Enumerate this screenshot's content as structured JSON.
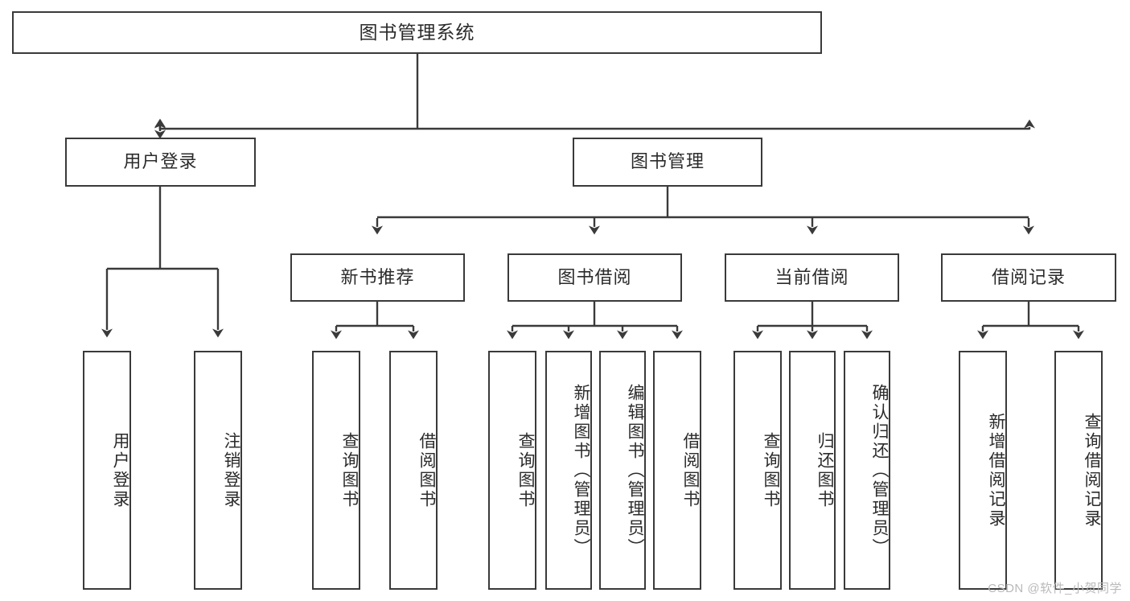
{
  "diagram": {
    "title": "图书管理系统",
    "type": "tree",
    "stroke_color": "#3a3a3a",
    "text_color": "#2b2b2b",
    "background_color": "#ffffff"
  },
  "root": {
    "label": "图书管理系统"
  },
  "level2": [
    {
      "label": "用户登录"
    },
    {
      "label": "图书管理"
    }
  ],
  "level3": [
    {
      "label": "新书推荐"
    },
    {
      "label": "图书借阅"
    },
    {
      "label": "当前借阅"
    },
    {
      "label": "借阅记录"
    }
  ],
  "leaves": {
    "user_login": [
      {
        "label": "用户登录"
      },
      {
        "label": "注销登录"
      }
    ],
    "new_book": [
      {
        "label": "查询图书"
      },
      {
        "label": "借阅图书"
      }
    ],
    "book_borrow": [
      {
        "label": "查询图书"
      },
      {
        "label": "新增图书（管理员）"
      },
      {
        "label": "编辑图书（管理员）"
      },
      {
        "label": "借阅图书"
      }
    ],
    "current_borrow": [
      {
        "label": "查询图书"
      },
      {
        "label": "归还图书"
      },
      {
        "label": "确认归还（管理员）"
      }
    ],
    "borrow_record": [
      {
        "label": "新增借阅记录"
      },
      {
        "label": "查询借阅记录"
      }
    ]
  },
  "watermark": {
    "text": "CSDN @软件_小贺同学"
  }
}
